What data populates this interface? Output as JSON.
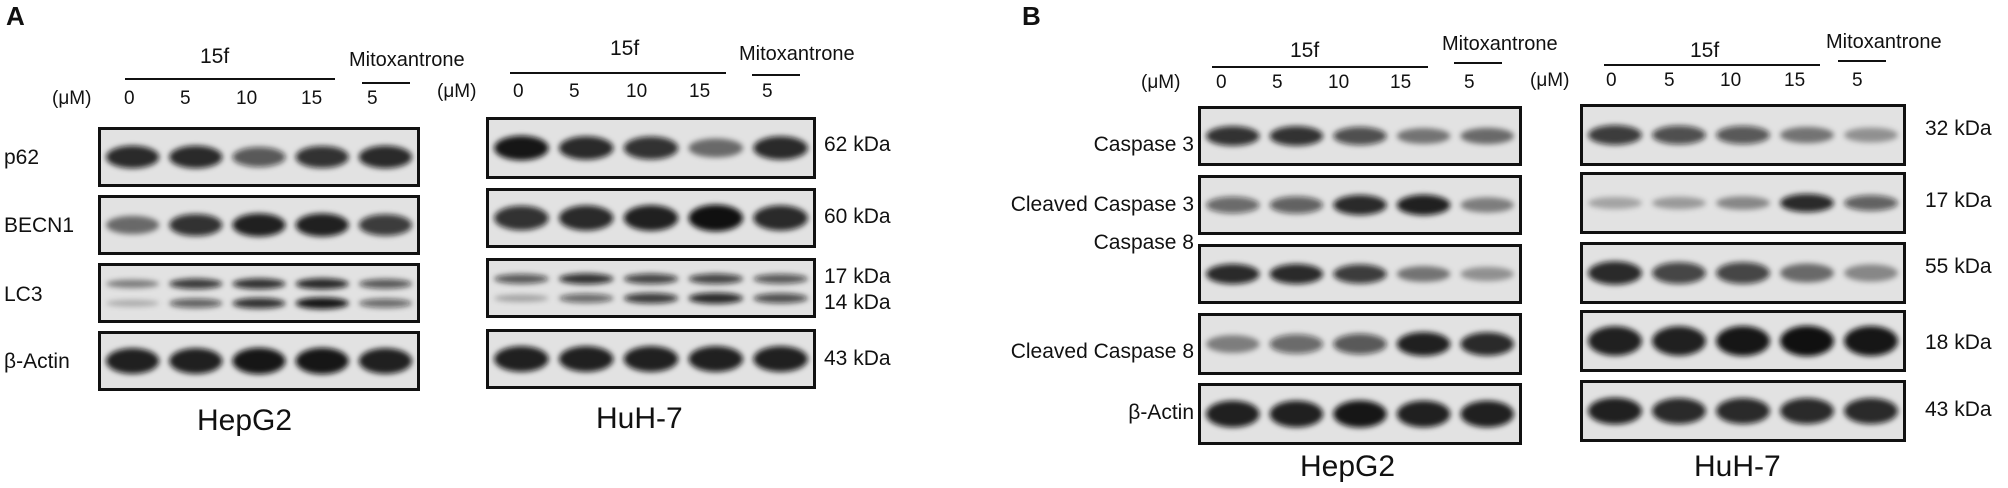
{
  "panels": [
    {
      "letter": "A",
      "groups": [
        {
          "treatment_label": "15f",
          "control_label": "Mitoxantrone",
          "unit_label": "(μM)",
          "concentrations": [
            "0",
            "5",
            "10",
            "15",
            "5"
          ],
          "cell_line": "HepG2",
          "blots": [
            {
              "name": "p62",
              "bands": [
                {
                  "lane_intensity": [
                    0.85,
                    0.85,
                    0.6,
                    0.8,
                    0.85
                  ],
                  "thickness": 0.45
                }
              ]
            },
            {
              "name": "BECN1",
              "bands": [
                {
                  "lane_intensity": [
                    0.45,
                    0.8,
                    0.9,
                    0.9,
                    0.75
                  ],
                  "thickness": 0.45
                }
              ]
            },
            {
              "name": "LC3",
              "bands": [
                {
                  "lane_intensity": [
                    0.35,
                    0.75,
                    0.8,
                    0.85,
                    0.6
                  ],
                  "thickness": 0.22
                },
                {
                  "lane_intensity": [
                    0.1,
                    0.55,
                    0.8,
                    0.95,
                    0.5
                  ],
                  "thickness": 0.22
                }
              ]
            },
            {
              "name": "β-Actin",
              "bands": [
                {
                  "lane_intensity": [
                    0.9,
                    0.9,
                    0.95,
                    0.95,
                    0.9
                  ],
                  "thickness": 0.5
                }
              ]
            }
          ]
        },
        {
          "treatment_label": "15f",
          "control_label": "Mitoxantrone",
          "unit_label": "(μM)",
          "concentrations": [
            "0",
            "5",
            "10",
            "15",
            "5"
          ],
          "cell_line": "HuH-7",
          "blots": [
            {
              "mw": [
                "62 kDa"
              ],
              "bands": [
                {
                  "lane_intensity": [
                    0.95,
                    0.85,
                    0.8,
                    0.45,
                    0.85
                  ],
                  "thickness": 0.45
                }
              ]
            },
            {
              "mw": [
                "60 kDa"
              ],
              "bands": [
                {
                  "lane_intensity": [
                    0.8,
                    0.85,
                    0.9,
                    0.98,
                    0.85
                  ],
                  "thickness": 0.5
                }
              ]
            },
            {
              "mw": [
                "17 kDa",
                "14 kDa"
              ],
              "bands": [
                {
                  "lane_intensity": [
                    0.6,
                    0.8,
                    0.7,
                    0.7,
                    0.6
                  ],
                  "thickness": 0.22
                },
                {
                  "lane_intensity": [
                    0.15,
                    0.5,
                    0.75,
                    0.85,
                    0.65
                  ],
                  "thickness": 0.22
                }
              ]
            },
            {
              "mw": [
                "43 kDa"
              ],
              "bands": [
                {
                  "lane_intensity": [
                    0.9,
                    0.9,
                    0.9,
                    0.9,
                    0.9
                  ],
                  "thickness": 0.5
                }
              ]
            }
          ]
        }
      ]
    },
    {
      "letter": "B",
      "groups": [
        {
          "treatment_label": "15f",
          "control_label": "Mitoxantrone",
          "unit_label": "(μM)",
          "concentrations": [
            "0",
            "5",
            "10",
            "15",
            "5"
          ],
          "cell_line": "HepG2",
          "blots": [
            {
              "name": "Caspase 3",
              "bands": [
                {
                  "lane_intensity": [
                    0.8,
                    0.8,
                    0.65,
                    0.4,
                    0.45
                  ],
                  "thickness": 0.4
                }
              ]
            },
            {
              "name": "Cleaved Caspase 3",
              "bands": [
                {
                  "lane_intensity": [
                    0.5,
                    0.55,
                    0.85,
                    0.9,
                    0.35
                  ],
                  "thickness": 0.4
                }
              ]
            },
            {
              "name": "Caspase 8",
              "bands": [
                {
                  "lane_intensity": [
                    0.85,
                    0.85,
                    0.75,
                    0.4,
                    0.25
                  ],
                  "thickness": 0.4
                }
              ]
            },
            {
              "name": "Cleaved Caspase 8",
              "bands": [
                {
                  "lane_intensity": [
                    0.35,
                    0.5,
                    0.6,
                    0.9,
                    0.85
                  ],
                  "thickness": 0.45
                }
              ]
            },
            {
              "name": "β-Actin",
              "bands": [
                {
                  "lane_intensity": [
                    0.9,
                    0.9,
                    0.95,
                    0.9,
                    0.9
                  ],
                  "thickness": 0.5
                }
              ]
            }
          ]
        },
        {
          "treatment_label": "15f",
          "control_label": "Mitoxantrone",
          "unit_label": "(μM)",
          "concentrations": [
            "0",
            "5",
            "10",
            "15",
            "5"
          ],
          "cell_line": "HuH-7",
          "blots": [
            {
              "mw": [
                "32 kDa"
              ],
              "bands": [
                {
                  "lane_intensity": [
                    0.75,
                    0.65,
                    0.6,
                    0.4,
                    0.25
                  ],
                  "thickness": 0.4
                }
              ]
            },
            {
              "mw": [
                "17 kDa"
              ],
              "bands": [
                {
                  "lane_intensity": [
                    0.15,
                    0.2,
                    0.3,
                    0.85,
                    0.55
                  ],
                  "thickness": 0.35
                }
              ]
            },
            {
              "mw": [
                "55 kDa"
              ],
              "bands": [
                {
                  "lane_intensity": [
                    0.85,
                    0.7,
                    0.7,
                    0.45,
                    0.3
                  ],
                  "thickness": 0.45
                }
              ]
            },
            {
              "mw": [
                "18 kDa"
              ],
              "bands": [
                {
                  "lane_intensity": [
                    0.9,
                    0.9,
                    0.95,
                    0.98,
                    0.95
                  ],
                  "thickness": 0.55
                }
              ]
            },
            {
              "mw": [
                "43 kDa"
              ],
              "bands": [
                {
                  "lane_intensity": [
                    0.9,
                    0.85,
                    0.85,
                    0.85,
                    0.85
                  ],
                  "thickness": 0.5
                }
              ]
            }
          ]
        }
      ]
    }
  ]
}
